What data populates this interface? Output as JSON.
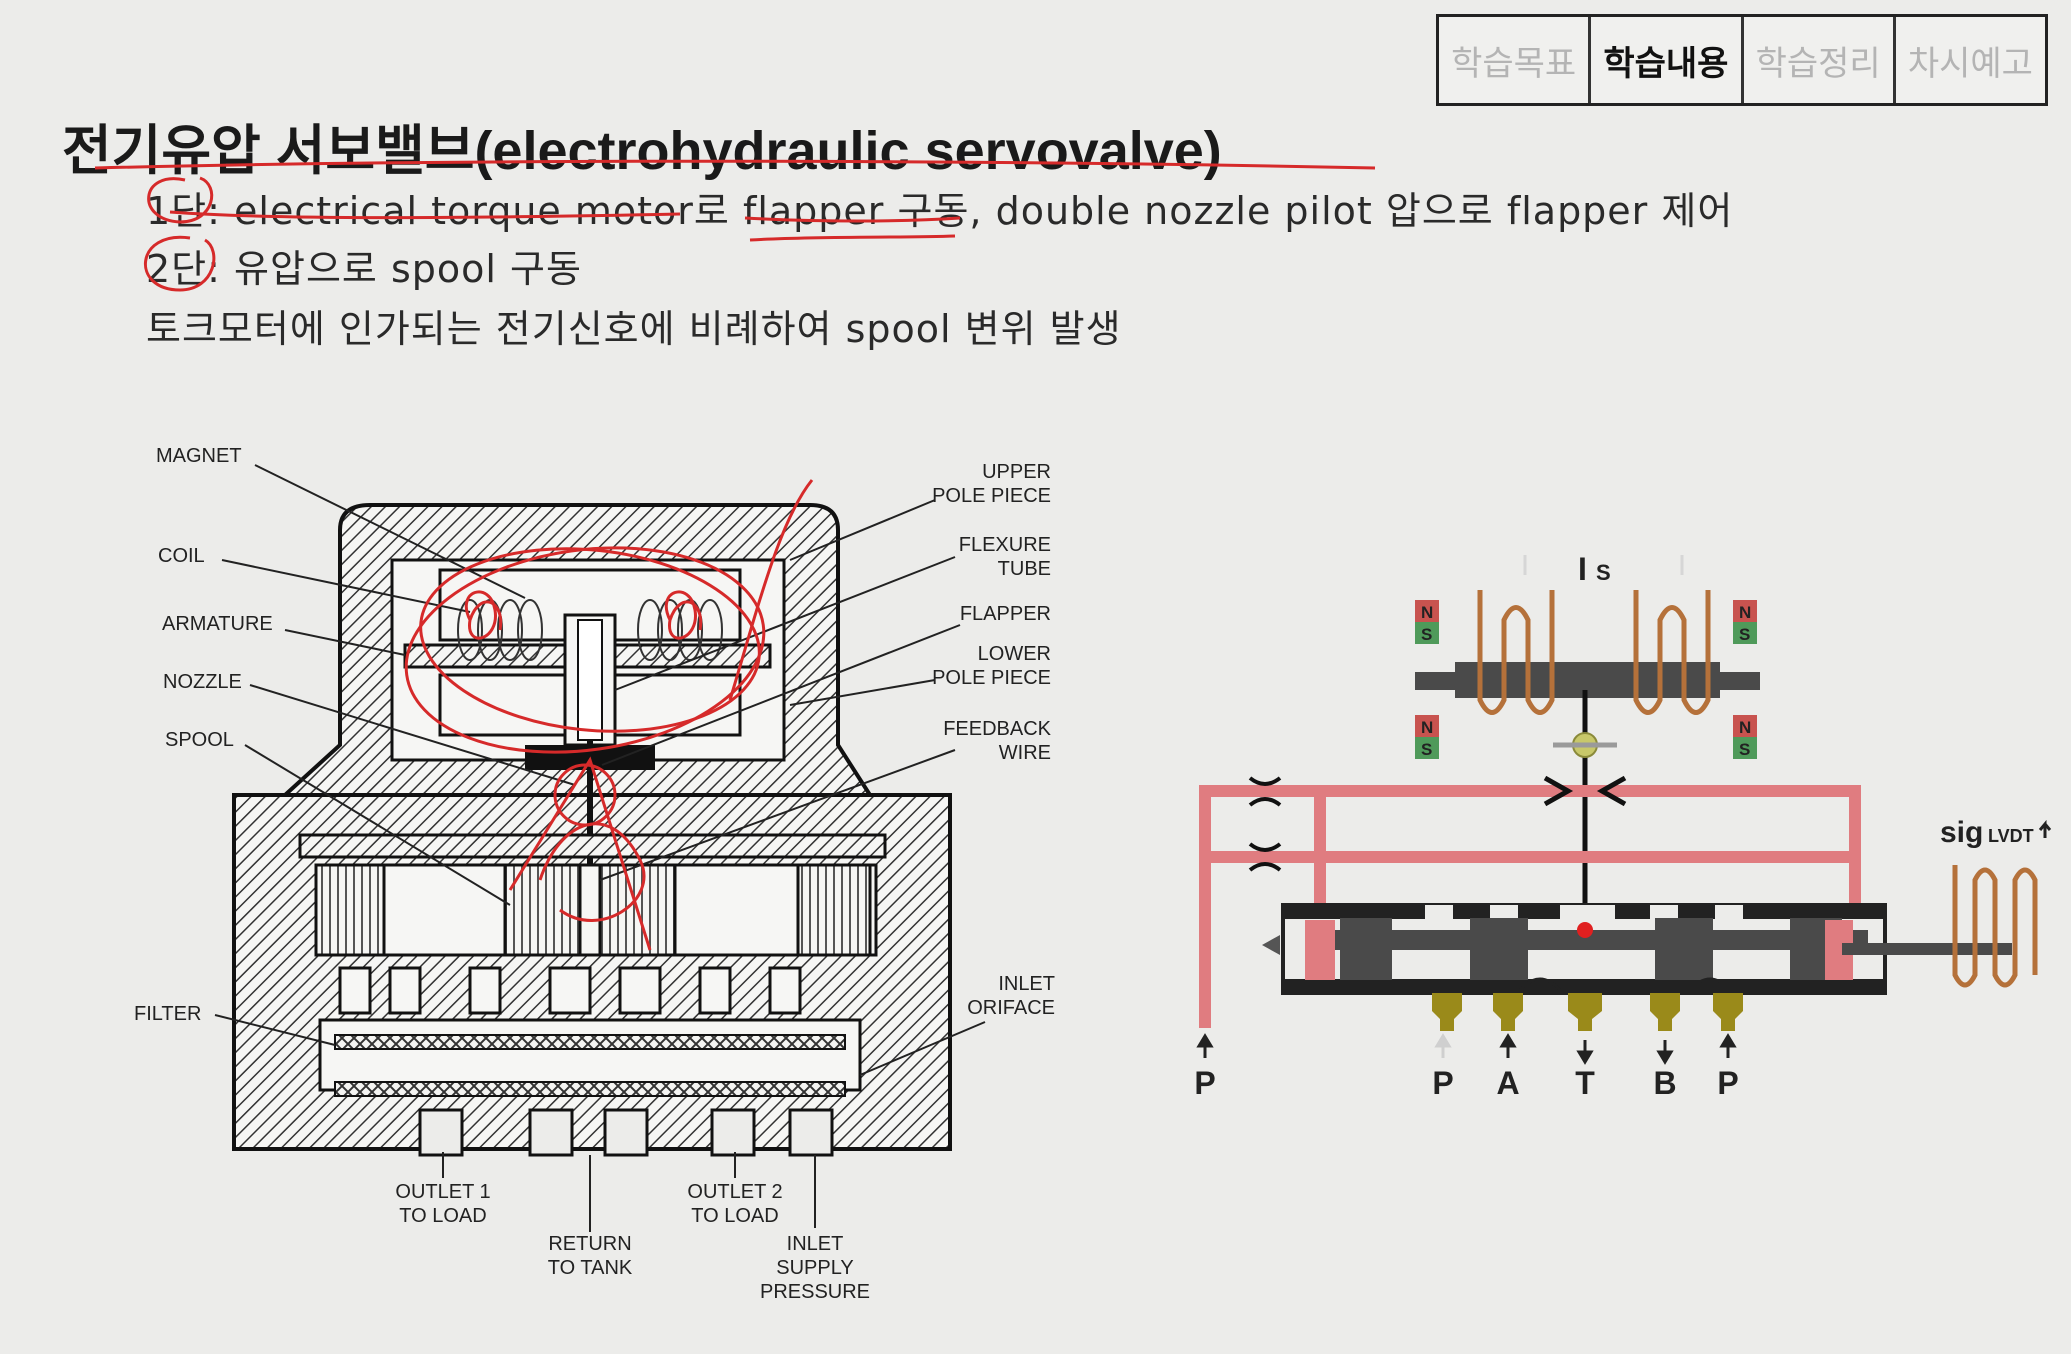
{
  "tabs": [
    {
      "label": "학습목표",
      "active": false
    },
    {
      "label": "학습내용",
      "active": true
    },
    {
      "label": "학습정리",
      "active": false
    },
    {
      "label": "차시예고",
      "active": false
    }
  ],
  "title": "전기유압 서보밸브(electrohydraulic servovalve)",
  "bullets": [
    "1단: electrical torque motor로 flapper 구동, double nozzle pilot 압으로 flapper 제어",
    "2단: 유압으로 spool 구동",
    "토크모터에 인가되는 전기신호에 비례하여 spool 변위 발생"
  ],
  "cutaway_labels": {
    "magnet": "MAGNET",
    "coil": "COIL",
    "armature": "ARMATURE",
    "nozzle": "NOZZLE",
    "spool": "SPOOL",
    "filter": "FILTER",
    "upper_1": "UPPER",
    "upper_2": "POLE PIECE",
    "flexure_1": "FLEXURE",
    "flexure_2": "TUBE",
    "flapper": "FLAPPER",
    "lower_1": "LOWER",
    "lower_2": "POLE PIECE",
    "feedback_1": "FEEDBACK",
    "feedback_2": "WIRE",
    "inlet_1": "INLET",
    "inlet_2": "ORIFACE",
    "outlet1_1": "OUTLET 1",
    "outlet1_2": "TO LOAD",
    "return_1": "RETURN",
    "return_2": "TO TANK",
    "outlet2_1": "OUTLET 2",
    "outlet2_2": "TO LOAD",
    "supply_1": "INLET",
    "supply_2": "SUPPLY",
    "supply_3": "PRESSURE"
  },
  "schematic": {
    "current_label": "I",
    "current_sub": "S",
    "sig_label": "sig",
    "sig_sub": "LVDT",
    "magnet_n": "N",
    "magnet_s": "S",
    "ports": [
      "P",
      "P",
      "A",
      "T",
      "B",
      "P"
    ],
    "colors": {
      "hydraulic": "#e07c80",
      "dark": "#4a4a4a",
      "coil": "#b5713a",
      "port": "#9a8a1a",
      "magnet_red": "#c8534f",
      "magnet_green": "#4f9a5a"
    }
  }
}
